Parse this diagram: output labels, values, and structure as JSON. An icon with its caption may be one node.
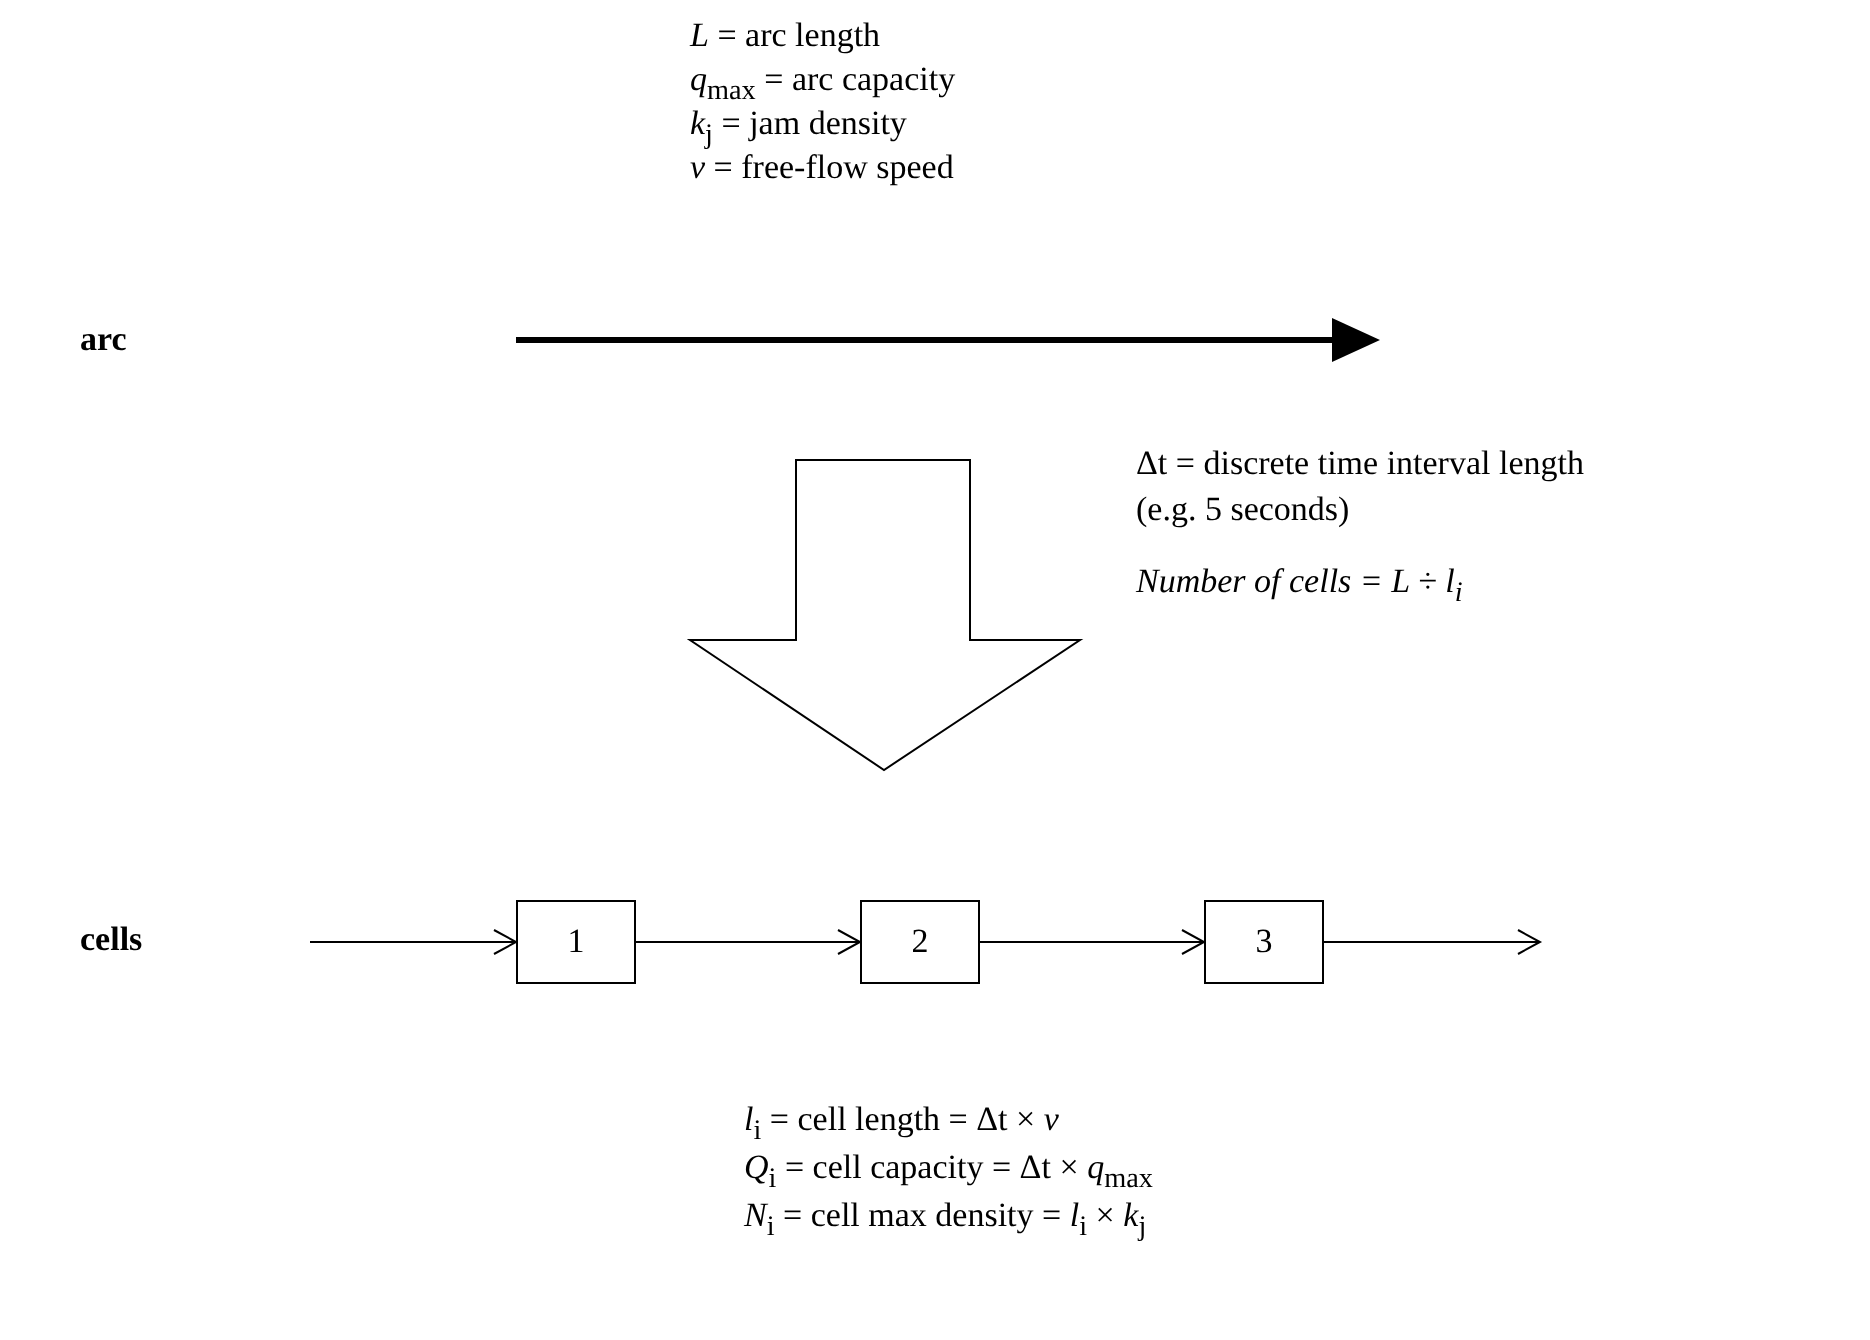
{
  "diagram": {
    "nodes": [
      {
        "text": [
          "1"
        ]
      },
      {
        "text": [
          "2"
        ]
      },
      {
        "text": [
          "3"
        ]
      }
    ],
    "edges": [
      {
        "from": null,
        "to": 0,
        "arrow": "to"
      },
      {
        "from": 0,
        "to": 1,
        "arrow": "to"
      },
      {
        "from": 1,
        "to": 2,
        "arrow": "to"
      },
      {
        "from": 2,
        "to": null,
        "arrow": "to"
      }
    ],
    "labels": [
      "*L* = arc length",
      "*q*$_{max}$ = arc capacity",
      "*k*$_{j}$ = jam density",
      "*v* = free-flow speed",
      "arc",
      "Δt = discrete time interval length",
      "(e.g. 5 seconds)",
      "Number of cells = L ÷ l$_{i}$",
      "cells",
      "*l*$_{i}$ = cell length = Δt × *v*",
      "*Q*$_{i}$ = cell capacity = Δt × *q*$_{max}$",
      "*N*$_{i}$ = cell max density = *l*$_{i}$ × *k*$_{j}$"
    ]
  }
}
